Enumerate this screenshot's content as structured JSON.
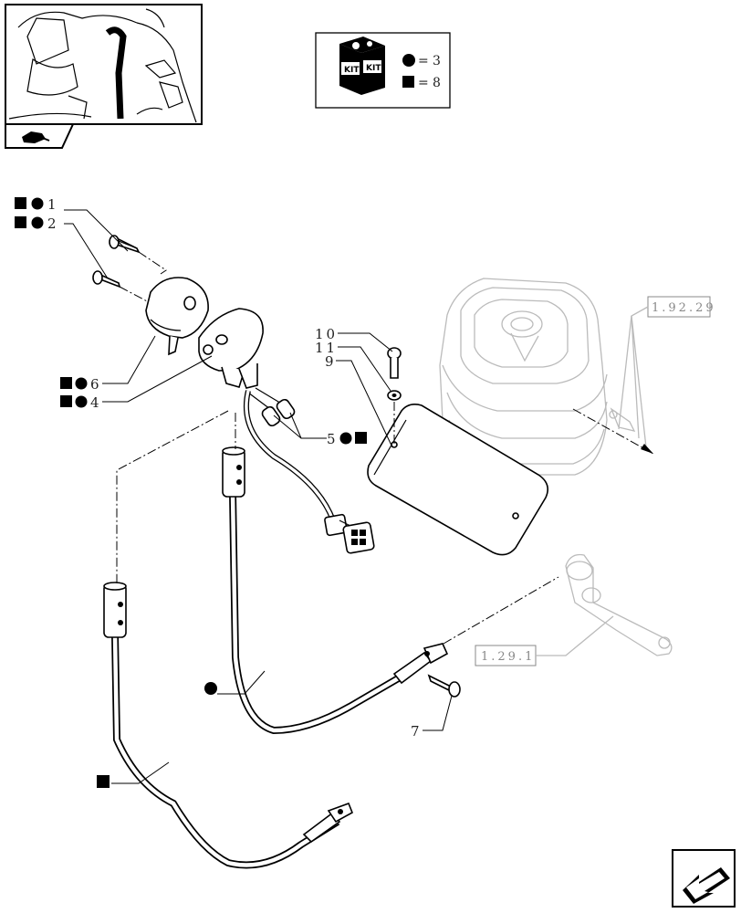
{
  "kit_legend": {
    "kit_word": "KIT",
    "circle_count": "3",
    "square_count": "8",
    "equals": "="
  },
  "references": {
    "boot_ref": "1.92.29",
    "lever_ref": "1.29.1"
  },
  "callouts": {
    "c1": "1",
    "c2": "2",
    "c4": "4",
    "c5": "5",
    "c6": "6",
    "c7": "7",
    "c9": "9",
    "c10": "10",
    "c11": "11"
  },
  "icons": {
    "thumbnail": "tractor-cab-thumbnail",
    "section_tab": "tractor-section-icon",
    "kit_box": "kit-box-icon",
    "circle_marker": "filled-circle-marker",
    "square_marker": "filled-square-marker",
    "next_page": "arrow-next-icon"
  }
}
